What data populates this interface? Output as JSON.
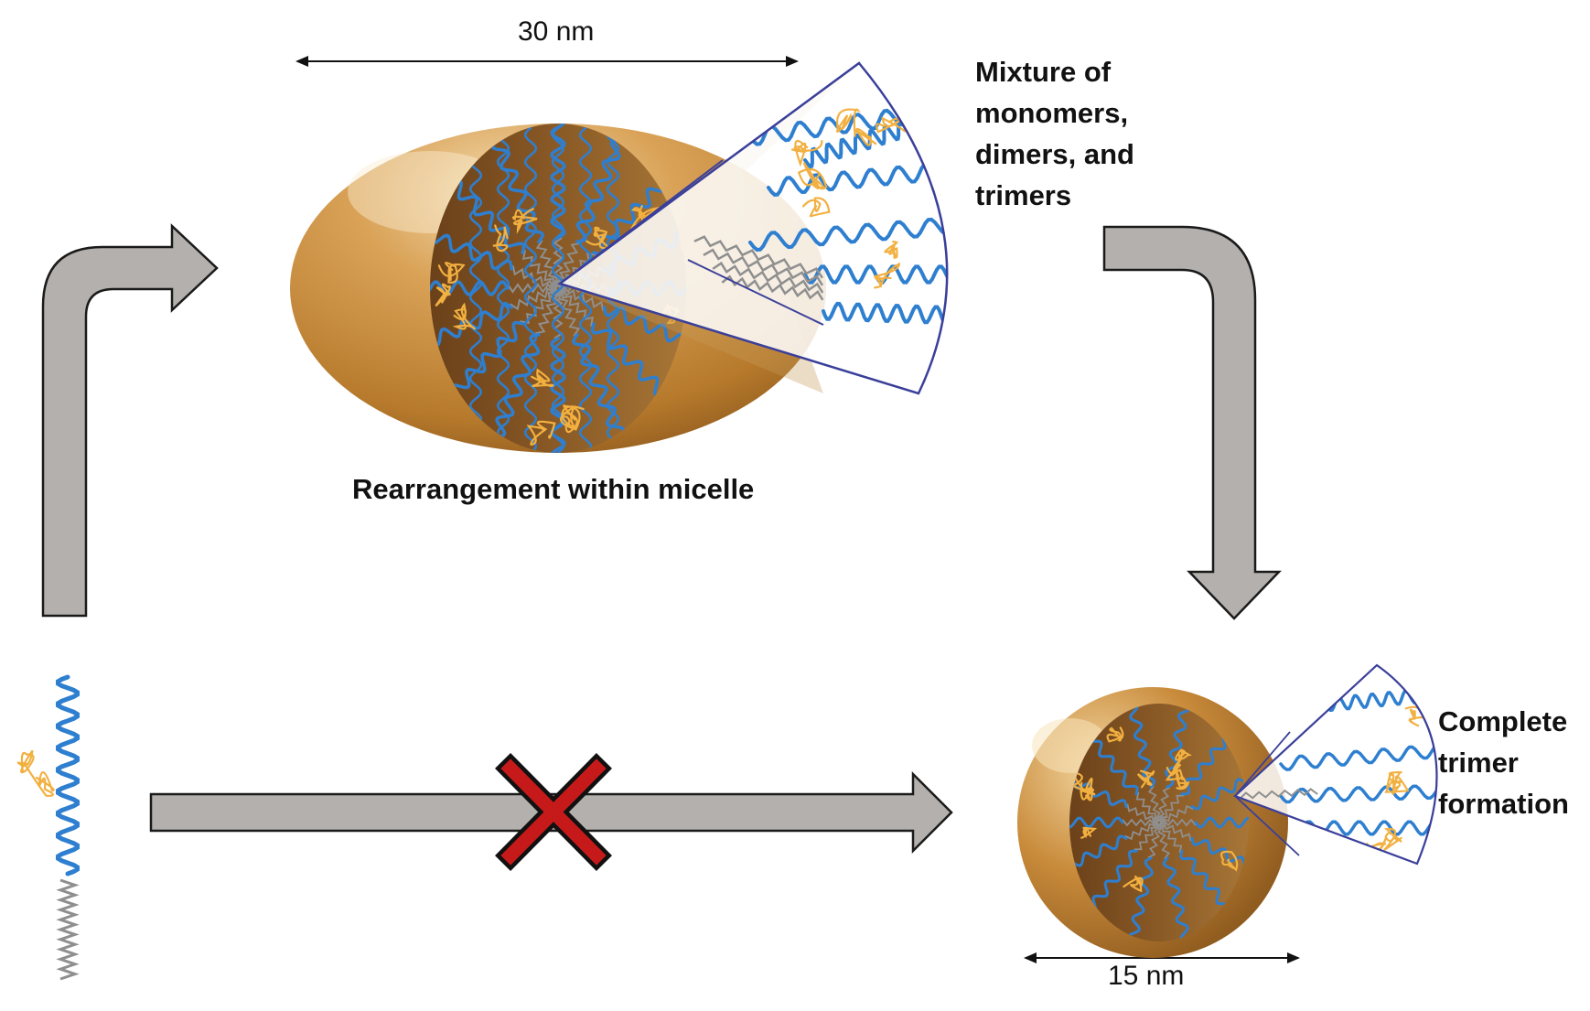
{
  "large_micelle": {
    "size_label": "30 nm",
    "caption": "Rearrangement within micelle",
    "state_lines": [
      "Mixture of",
      "monomers,",
      "dimers, and",
      "trimers"
    ]
  },
  "small_micelle": {
    "size_label": "15 nm",
    "state_lines": [
      "Complete",
      "trimer",
      "formation"
    ]
  },
  "colors": {
    "arrow_fill": "#b3b0ad",
    "arrow_stroke": "#1a1a1a",
    "micelle_gold": "#c58a3a",
    "micelle_dark": "#7a4d1e",
    "helix_blue": "#2e7fd0",
    "tail_gray": "#8f8f8f",
    "loop_orange": "#f2b040",
    "cone_outline": "#3a3f9a",
    "blocked_x": "#c61a1a"
  },
  "icons": {
    "blocked_path": "red-x-icon",
    "protein": "helix-monomer-icon"
  }
}
